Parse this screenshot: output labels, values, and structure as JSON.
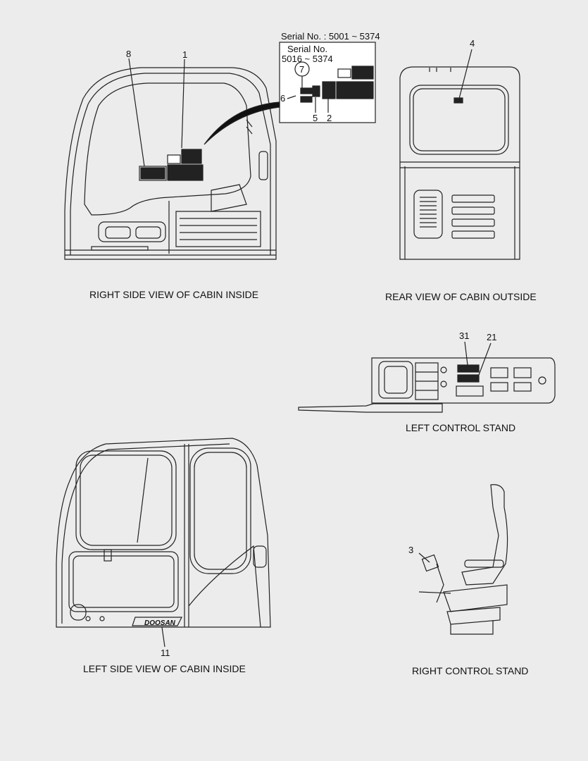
{
  "inset": {
    "serial_range": "Serial No. : 5001 ~ 5374",
    "sub_serial_title": "Serial No.",
    "sub_serial_range": "5016 ~ 5374"
  },
  "callouts": {
    "c1": "1",
    "c2": "2",
    "c3": "3",
    "c4": "4",
    "c5": "5",
    "c6": "6",
    "c7": "7",
    "c8": "8",
    "c11": "11",
    "c21": "21",
    "c31": "31"
  },
  "views": {
    "right_side": "RIGHT SIDE VIEW OF CABIN INSIDE",
    "rear": "REAR VIEW OF CABIN OUTSIDE",
    "left_control": "LEFT CONTROL STAND",
    "left_side": "LEFT SIDE VIEW OF CABIN INSIDE",
    "right_control": "RIGHT CONTROL STAND"
  },
  "brand": "DOOSAN"
}
